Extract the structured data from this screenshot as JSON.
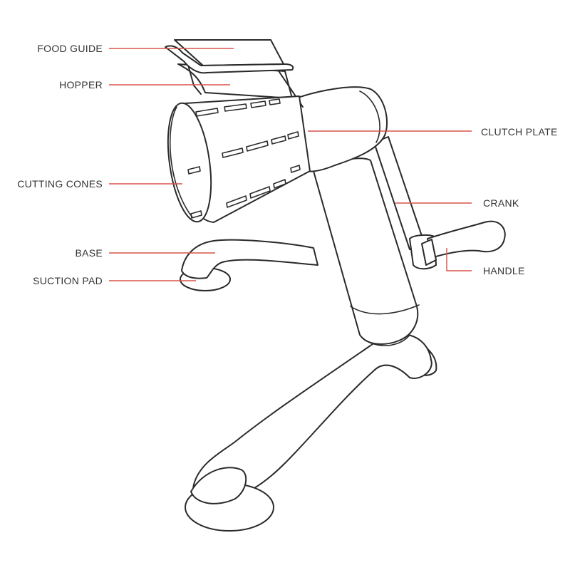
{
  "diagram": {
    "labels": {
      "food_guide": "FOOD GUIDE",
      "hopper": "HOPPER",
      "cutting_cones": "CUTTING CONES",
      "base": "BASE",
      "suction_pad": "SUCTION PAD",
      "clutch_plate": "CLUTCH PLATE",
      "crank": "CRANK",
      "handle": "HANDLE"
    },
    "colors": {
      "leader_line": "#d9534a",
      "outline": "#2a2a2a",
      "label_text": "#333333",
      "background": "#ffffff"
    }
  }
}
